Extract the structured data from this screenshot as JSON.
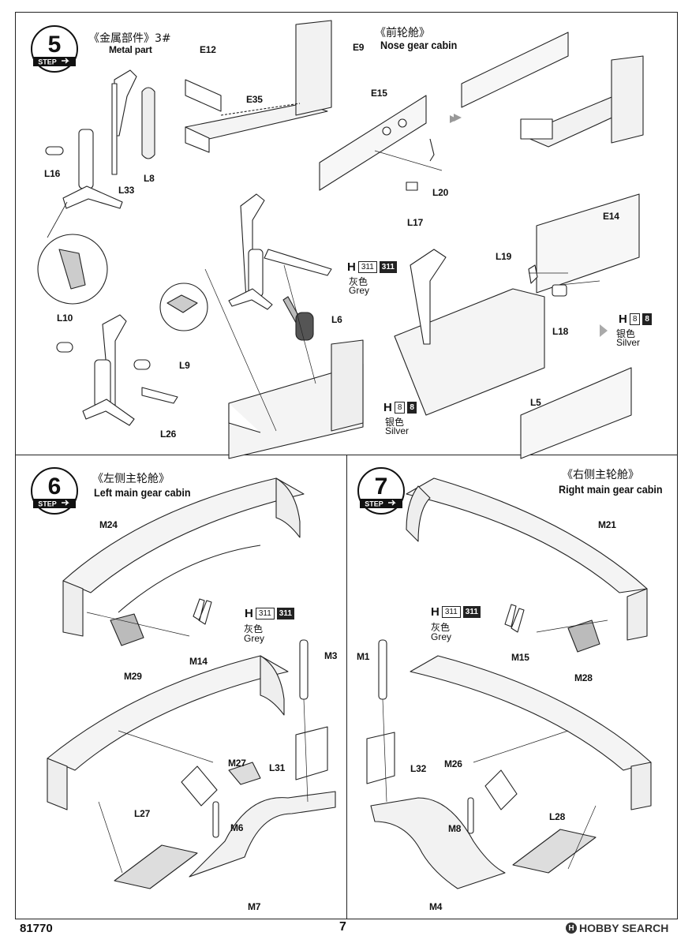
{
  "page": {
    "code": "81770",
    "number": "7"
  },
  "watermark": {
    "icon": "H",
    "text": "HOBBY SEARCH"
  },
  "step5": {
    "step_word": "STEP",
    "step_number": "5",
    "metal_cn": "《金属部件》3#",
    "metal_en": "Metal part",
    "cabin_cn": "《前轮舱》",
    "cabin_en": "Nose gear cabin",
    "parts": [
      "L16",
      "L33",
      "L8",
      "L10",
      "L9",
      "L26",
      "E12",
      "E35",
      "E9",
      "E15",
      "L20",
      "L17",
      "L6",
      "E14",
      "L19",
      "L18",
      "L5"
    ],
    "paint_grey": {
      "prefix": "H",
      "code": "311",
      "code_dark": "311",
      "cn": "灰色",
      "en": "Grey"
    },
    "paint_silver_1": {
      "prefix": "H",
      "code": "8",
      "code_dark": "8",
      "cn": "银色",
      "en": "Silver"
    },
    "paint_silver_2": {
      "prefix": "H",
      "code": "8",
      "code_dark": "8",
      "cn": "银色",
      "en": "Silver"
    }
  },
  "step6": {
    "step_word": "STEP",
    "step_number": "6",
    "cabin_cn": "《左侧主轮舱》",
    "cabin_en": "Left main gear cabin",
    "parts": [
      "M24",
      "M29",
      "M14",
      "M3",
      "M27",
      "L31",
      "L27",
      "M6",
      "M7"
    ],
    "paint_grey": {
      "prefix": "H",
      "code": "311",
      "code_dark": "311",
      "cn": "灰色",
      "en": "Grey"
    }
  },
  "step7": {
    "step_word": "STEP",
    "step_number": "7",
    "cabin_cn": "《右侧主轮舱》",
    "cabin_en": "Right main gear cabin",
    "parts": [
      "M21",
      "M15",
      "M28",
      "M1",
      "L32",
      "M26",
      "M8",
      "L28",
      "M4"
    ],
    "paint_grey": {
      "prefix": "H",
      "code": "311",
      "code_dark": "311",
      "cn": "灰色",
      "en": "Grey"
    }
  },
  "colors": {
    "ink": "#111111",
    "paper": "#ffffff",
    "line": "#222222"
  }
}
